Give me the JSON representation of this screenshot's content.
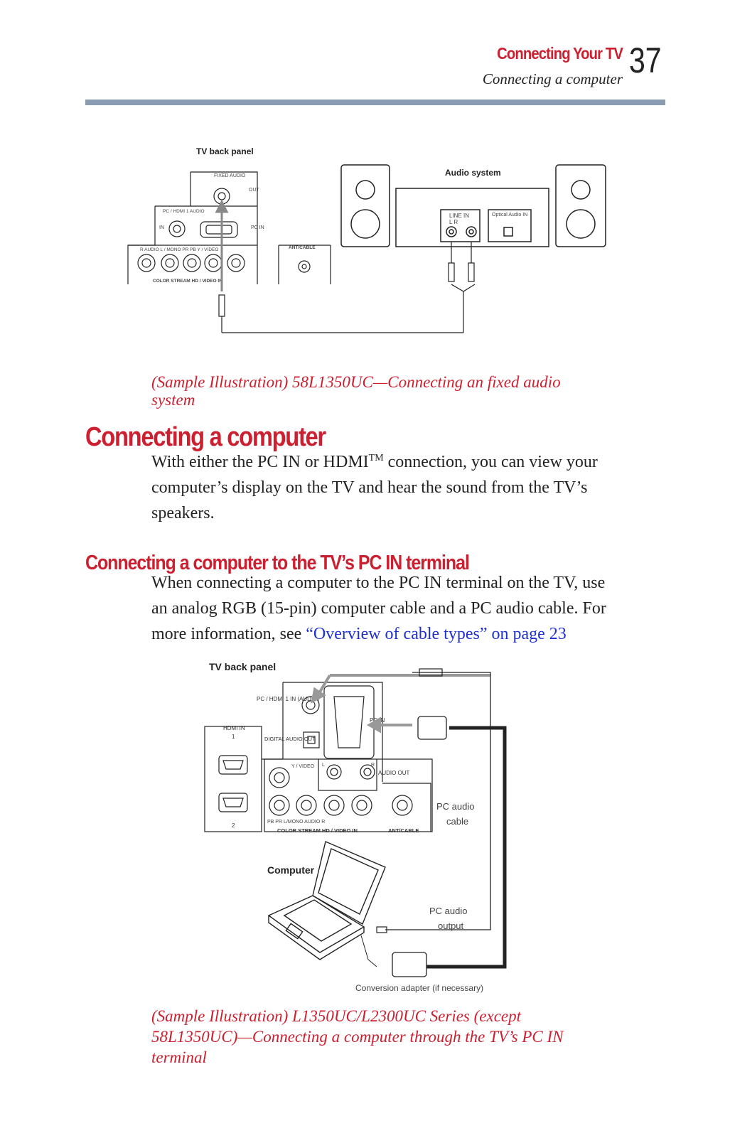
{
  "header": {
    "section_title": "Connecting Your TV",
    "subsection": "Connecting a computer",
    "page_number": "37"
  },
  "figure1": {
    "tv_back_panel_label": "TV back panel",
    "audio_system_label": "Audio system",
    "fixed_audio_label": "FIXED AUDIO",
    "out_label": "OUT",
    "pc_hdmi_audio_label": "PC / HDMI 1 AUDIO",
    "in_label": "IN",
    "pc_in_label": "PC IN",
    "jack_labels": "R  AUDIO  L / MONO  PR  PB  Y / VIDEO",
    "colorstream_label": "COLOR STREAM HD / VIDEO IN",
    "ant_cable_label": "ANT/CABLE",
    "line_in_label": "LINE IN",
    "line_in_lr": "L      R",
    "optical_label": "Optical Audio IN",
    "caption_line1": "(Sample Illustration) 58L1350UC—Connecting an fixed audio",
    "caption_line2": "system"
  },
  "heading1": "Connecting a computer",
  "para1": {
    "line1_pre": "With either the PC IN or HDMI",
    "line1_sup": "TM",
    "line1_post": " connection, you can view your",
    "line2": "computer’s display on the TV and hear the sound from the TV’s",
    "line3": "speakers."
  },
  "heading2": "Connecting a computer to the TV’s PC IN terminal",
  "para2": {
    "line1": "When connecting a computer to the PC IN terminal on the TV, use",
    "line2": "an analog RGB (15-pin) computer cable and a PC audio cable. For",
    "line3_pre": "more information, see ",
    "line3_link": "“Overview of cable types” on page 23"
  },
  "figure2": {
    "tv_back_panel_label": "TV back panel",
    "pc_hdmi_audio_label": "PC / HDMI 1 IN (AUDIO)",
    "pc_in_label": "PC IN",
    "hdmi_in_label": "HDMI IN",
    "hdmi_1": "1",
    "hdmi_2": "2",
    "digital_audio_out_label": "DIGITAL AUDIO OUT",
    "y_video_label": "Y / VIDEO",
    "l_label": "L",
    "r_label": "R",
    "audio_out_label": "AUDIO OUT",
    "bottom_jack_labels": "PB      PR      L/MONO  AUDIO  R",
    "colorstream_label": "COLOR STREAM HD / VIDEO IN",
    "ant_cable_label": "ANT/CABLE",
    "pc_audio_cable_line1": "PC  audio",
    "pc_audio_cable_line2": "cable",
    "computer_label": "Computer",
    "pc_audio_output_line1": "PC  audio",
    "pc_audio_output_line2": "output",
    "conversion_adapter_label": "Conversion adapter (if necessary)",
    "caption_line1": "(Sample Illustration) L1350UC/L2300UC Series  (except",
    "caption_line2": "58L1350UC)—Connecting a computer through the TV’s PC IN",
    "caption_line3": "terminal"
  }
}
